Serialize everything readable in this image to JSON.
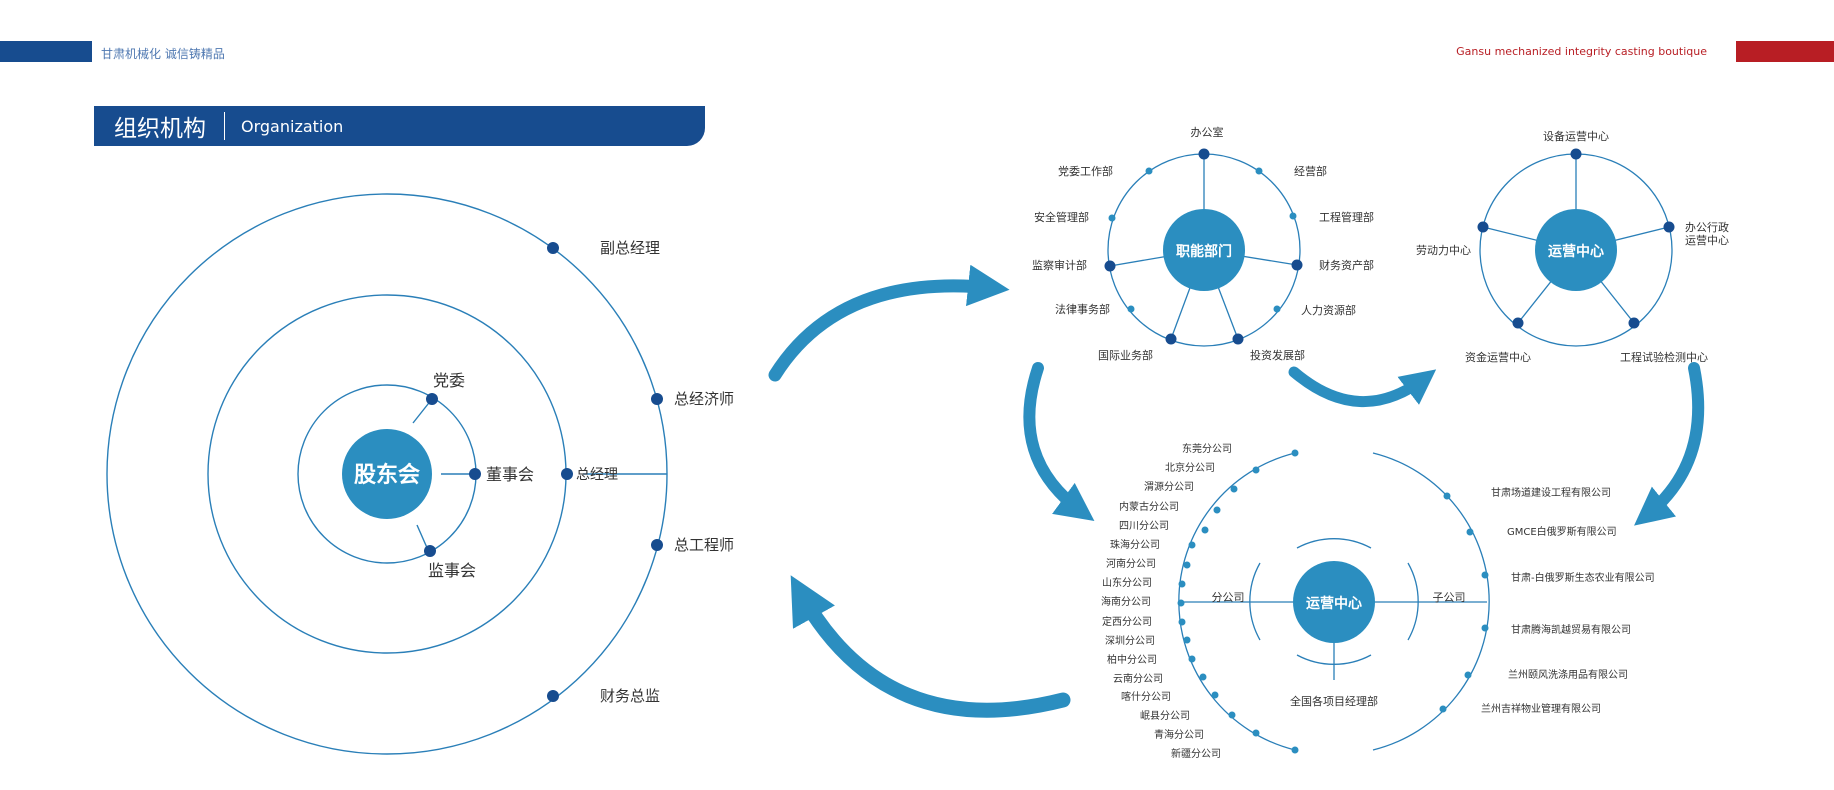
{
  "header": {
    "slogan_cn": "甘肃机械化 诚信铸精品",
    "slogan_en": "Gansu mechanized integrity casting boutique"
  },
  "title": {
    "cn": "组织机构",
    "en": "Organization"
  },
  "colors": {
    "navy": "#174c8f",
    "accent": "#2b8ec0",
    "red": "#b81e24",
    "line": "#2a7fb8"
  },
  "left": {
    "center": "股东会",
    "inner": [
      "党委",
      "董事会",
      "监事会"
    ],
    "middle": [
      "总经理"
    ],
    "outer": [
      "副总经理",
      "总经济师",
      "总工程师",
      "财务总监"
    ]
  },
  "functional": {
    "hub": "职能部门",
    "items": [
      "办公室",
      "经营部",
      "工程管理部",
      "财务资产部",
      "人力资源部",
      "投资发展部",
      "国际业务部",
      "法律事务部",
      "监察审计部",
      "安全管理部",
      "党委工作部"
    ]
  },
  "operations_top": {
    "hub": "运营中心",
    "items": [
      "设备运营中心",
      "办公行政\n运营中心",
      "工程试验检测中心",
      "资金运营中心",
      "劳动力中心"
    ]
  },
  "operations_bottom": {
    "hub": "运营中心",
    "left_label": "分公司",
    "right_label": "子公司",
    "bottom_label": "全国各项目经理部",
    "branches": [
      "东莞分公司",
      "北京分公司",
      "渭源分公司",
      "内蒙古分公司",
      "四川分公司",
      "珠海分公司",
      "河南分公司",
      "山东分公司",
      "海南分公司",
      "定西分公司",
      "深圳分公司",
      "柏中分公司",
      "云南分公司",
      "喀什分公司",
      "岷县分公司",
      "青海分公司",
      "新疆分公司"
    ],
    "subsidiaries": [
      "甘肃场道建设工程有限公司",
      "GMCE白俄罗斯有限公司",
      "甘肃-白俄罗斯生态农业有限公司",
      "甘肃腾海凯越贸易有限公司",
      "兰州颐风洗涤用品有限公司",
      "兰州吉祥物业管理有限公司"
    ]
  }
}
